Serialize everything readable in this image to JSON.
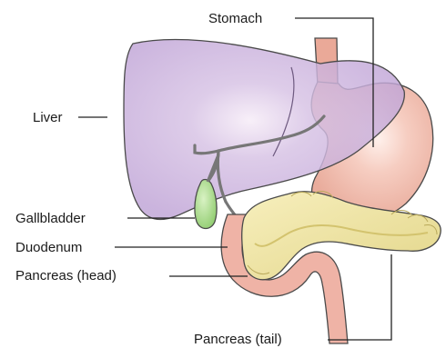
{
  "labels": {
    "stomach": "Stomach",
    "liver": "Liver",
    "gallbladder": "Gallbladder",
    "duodenum": "Duodenum",
    "pancreas_head": "Pancreas (head)",
    "pancreas_tail": "Pancreas (tail)"
  },
  "colors": {
    "liver": "#c9b1dc",
    "stomach": "#f2c4b8",
    "pancreas": "#f0e6a6",
    "gallbladder": "#a9d98a",
    "duodenum": "#efb3a6",
    "duct": "#777777",
    "outline": "#4a4a4a"
  }
}
